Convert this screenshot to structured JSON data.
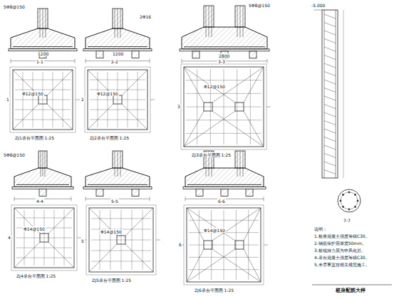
{
  "diagram": {
    "labels": [
      "1-1",
      "2-2",
      "3-3",
      "4-4",
      "5-5",
      "6-6",
      "5Φ8@150",
      "2Φ16",
      "5Φ8@150",
      "5Φ8@150",
      "1200",
      "1200",
      "2800",
      "ZJ1承台平面图 1:25",
      "ZJ2承台平面图 1:25",
      "ZJ3承台平面图 1:25",
      "ZJ4承台平面图 1:25",
      "ZJ5承台平面图 1:25",
      "ZJ6承台平面图 1:25",
      "Φ12@150",
      "Φ12@150",
      "Φ12@150",
      "Φ14@150",
      "Φ14@150",
      "Φ14@150",
      "1",
      "2",
      "3",
      "4",
      "5",
      "6",
      "-5.000",
      "7-7",
      "说明：",
      "1.桩身混凝土强度等级C30。",
      "2.钢筋保护层厚度50mm。",
      "3.桩端持力层为中风化岩。",
      "4.承台混凝土强度等级C30。",
      "5.未尽事宜按相关规范施工。",
      "桩身配筋大样"
    ]
  }
}
